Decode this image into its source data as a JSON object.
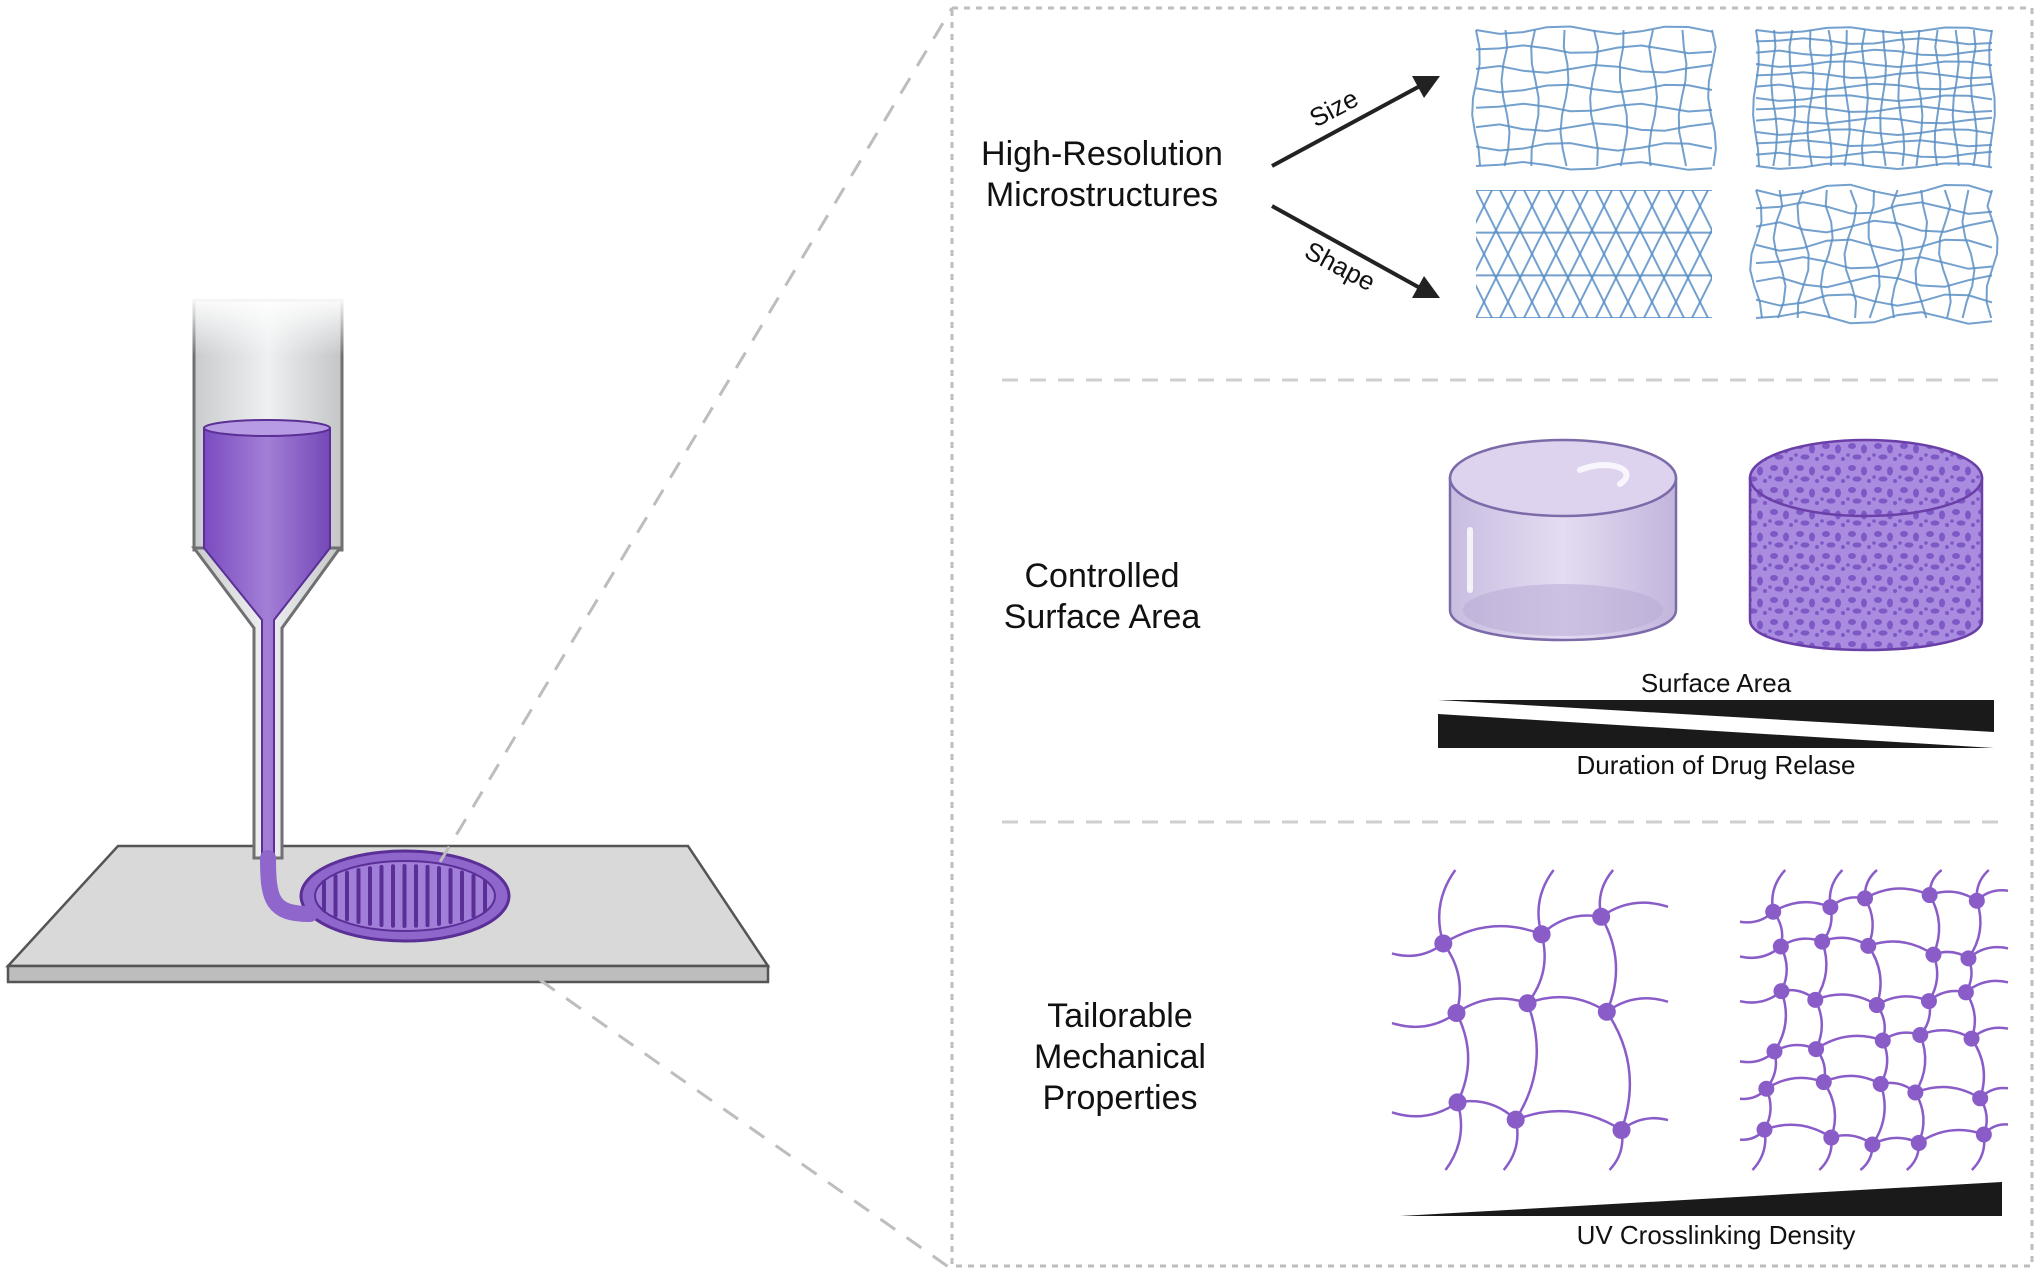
{
  "sections": [
    {
      "title_lines": [
        "High-Resolution",
        "Microstructures"
      ]
    },
    {
      "title_lines": [
        "Controlled",
        "Surface Area"
      ]
    },
    {
      "title_lines": [
        "Tailorable",
        "Mechanical",
        "Properties"
      ]
    }
  ],
  "arrows": {
    "upper": "Size",
    "lower": "Shape"
  },
  "surface_area": {
    "label_top": "Surface Area",
    "label_bottom": "Duration of Drug Relase"
  },
  "mechanical": {
    "label_bottom": "UV Crosslinking Density"
  },
  "colors": {
    "ink_purple": "#8a5cc8",
    "ink_purple_dark": "#6a3fa8",
    "mesh_blue": "#5a8fc4",
    "plate_gray": "#d9d9d9",
    "wedge_black": "#1a1a1a",
    "dash_gray": "#bdbdbd"
  }
}
